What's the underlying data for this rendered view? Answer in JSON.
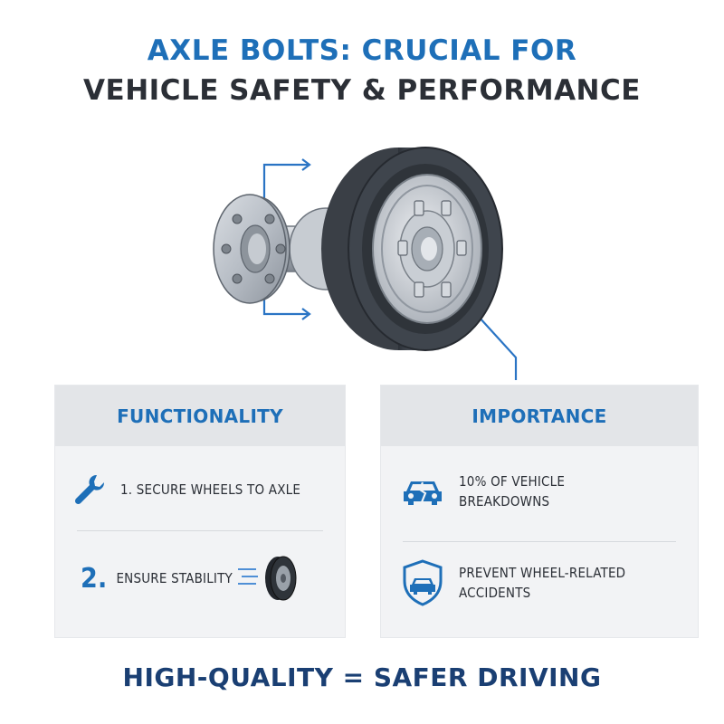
{
  "title": {
    "line1": "AXLE BOLTS: CRUCIAL FOR",
    "line2": "VEHICLE SAFETY & PERFORMANCE"
  },
  "functionality": {
    "heading": "FUNCTIONALITY",
    "items": [
      {
        "text": "1. SECURE WHEELS TO AXLE",
        "icon": "wrench-icon"
      },
      {
        "number": "2.",
        "text": "ENSURE STABILITY",
        "icon": "wheel-icon"
      }
    ]
  },
  "importance": {
    "heading": "IMPORTANCE",
    "items": [
      {
        "line1": "10% OF VEHICLE",
        "line2": "BREAKDOWNS",
        "icon": "broken-car-icon"
      },
      {
        "line1": "PREVENT WHEEL-RELATED",
        "line2": "ACCIDENTS",
        "icon": "shield-car-icon"
      }
    ]
  },
  "footer": "HIGH-QUALITY = SAFER DRIVING",
  "colors": {
    "accent": "#1e6fb8",
    "dark_text": "#2b2f36",
    "footer": "#1a3f73",
    "panel_bg": "#f2f3f5",
    "panel_head_bg": "#e3e5e8"
  }
}
